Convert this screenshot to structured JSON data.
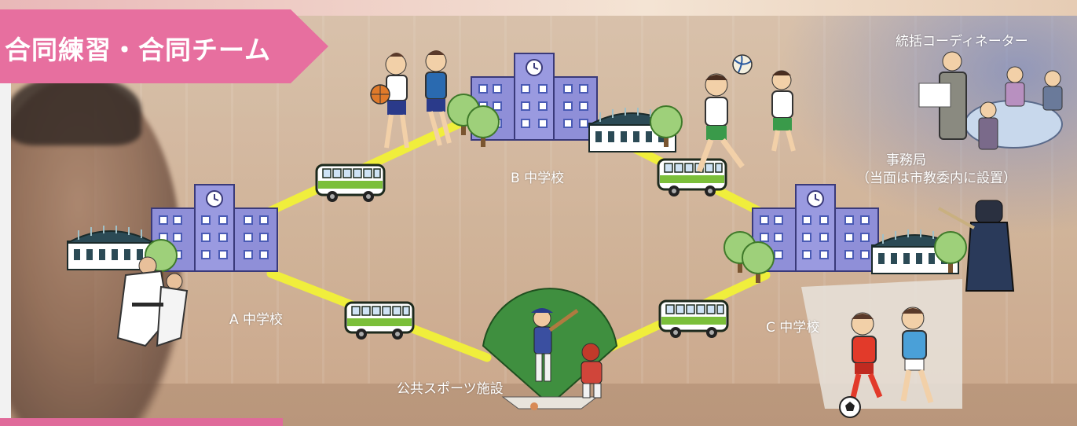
{
  "title": "合同練習・合同チーム",
  "labels": {
    "school_a": "A 中学校",
    "school_b": "B 中学校",
    "school_c": "C 中学校",
    "public_facility": "公共スポーツ施設",
    "coordinator": "統括コーディネーター",
    "office_line1": "事務局",
    "office_line2": "（当面は市教委内に設置）"
  },
  "colors": {
    "banner": "#e76f9f",
    "road": "#f0ee3c",
    "school": "#8f8fd8",
    "school_window": "#4a5bb5",
    "bus_body": "#ffffff",
    "bus_stripe": "#7bbf3a",
    "field": "#3f8f3f"
  },
  "icons": {
    "clock": "clock-icon",
    "bus": "bus-icon",
    "tree": "tree-icon",
    "gym": "gym-icon",
    "soccer_ball": "soccer-ball-icon",
    "volleyball": "volleyball-icon",
    "basketball": "basketball-icon"
  }
}
